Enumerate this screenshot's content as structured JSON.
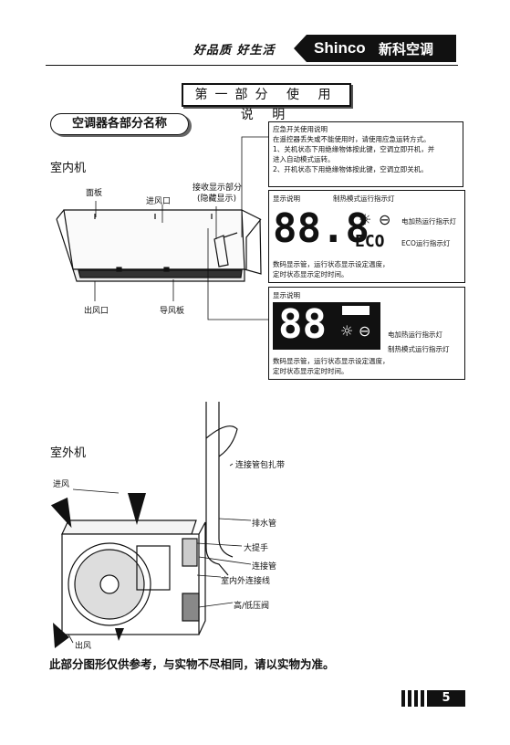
{
  "header": {
    "slogan": "好品质 好生活",
    "brand_en": "Shinco",
    "brand_cn": "新科空调"
  },
  "section_title": "第一部分 使 用 说 明",
  "names_pill": "空调器各部分名称",
  "indoor": {
    "heading": "室内机",
    "labels": {
      "panel": "面板",
      "air_inlet": "进风口",
      "receiver_line1": "接收显示部分",
      "receiver_line2": "(隐藏显示)",
      "air_outlet": "出风口",
      "louver": "导风板"
    },
    "emergency_box": {
      "title": "应急开关使用说明",
      "line1": "在遥控器丢失或不能使用时，请使用应急运转方式。",
      "line2": "1、关机状态下用绝缘物体按此键，空调立即开机，并",
      "line3": "进入自动模式运转。",
      "line4": "2、开机状态下用绝缘物体按此键，空调立即关机。"
    },
    "display1": {
      "title": "显示说明",
      "heat_mode_label": "制热模式运行指示灯",
      "digits": "88.8",
      "eco": "ECO",
      "electric_heat_label": "电加热运行指示灯",
      "eco_label": "ECO运行指示灯",
      "desc1": "数码显示管，运行状态显示设定温度，",
      "desc2": "定时状态显示定时时间。"
    },
    "display2": {
      "title": "显示说明",
      "digits": "88",
      "electric_heat_label": "电加热运行指示灯",
      "heat_mode_label": "制热模式运行指示灯",
      "desc1": "数码显示管，运行状态显示设定温度，",
      "desc2": "定时状态显示定时时间。"
    }
  },
  "outdoor": {
    "heading": "室外机",
    "labels": {
      "pipe_tape": "连接管包扎带",
      "air_in": "进风",
      "drain_pipe": "排水管",
      "handle": "大提手",
      "connecting_pipe": "连接管",
      "wire": "室内外连接线",
      "valve": "高/低压阀",
      "air_out": "出风"
    }
  },
  "footer_note": "此部分图形仅供参考，与实物不尽相同，请以实物为准。",
  "page_number": "5"
}
